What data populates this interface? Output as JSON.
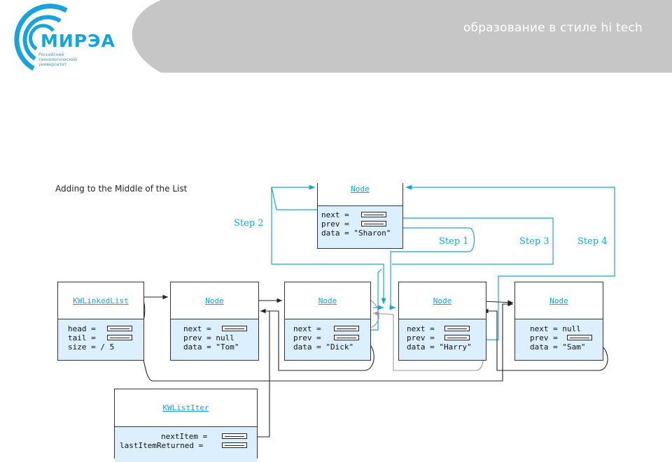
{
  "header": {
    "logo_text": "МИРЭА",
    "logo_subtitle": "Российский технологический университет",
    "slogan": "образование в стиле hi tech"
  },
  "diagram": {
    "caption": "Adding to the Middle of the List",
    "steps": {
      "step1": "Step 1",
      "step2": "Step 2",
      "step3": "Step 3",
      "step4": "Step 4"
    },
    "new_node": {
      "title": "Node",
      "next": "next =",
      "prev": "prev =",
      "data": "data = \"Sharon\""
    },
    "list": {
      "title": "KWLinkedList",
      "head": "head =",
      "tail": "tail =",
      "size": "size = ∕ 5"
    },
    "node_tom": {
      "title": "Node",
      "next": "next =",
      "prev": "prev = null",
      "data": "data = \"Tom\""
    },
    "node_dick": {
      "title": "Node",
      "next": "next =",
      "prev": "prev =",
      "data": "data = \"Dick\""
    },
    "node_harry": {
      "title": "Node",
      "next": "next =",
      "prev": "prev =",
      "data": "data = \"Harry\""
    },
    "node_sam": {
      "title": "Node",
      "next": "next = null",
      "prev": "prev =",
      "data": "data = \"Sam\""
    },
    "iter": {
      "title": "KWListIter",
      "next_item": "nextItem =",
      "last_item": "lastItemReturned ="
    },
    "colors": {
      "arrow_blue": "#1aa3d8",
      "arrow_black": "#222222",
      "arrow_gray": "#999999",
      "box_fill": "#dcefff"
    }
  }
}
